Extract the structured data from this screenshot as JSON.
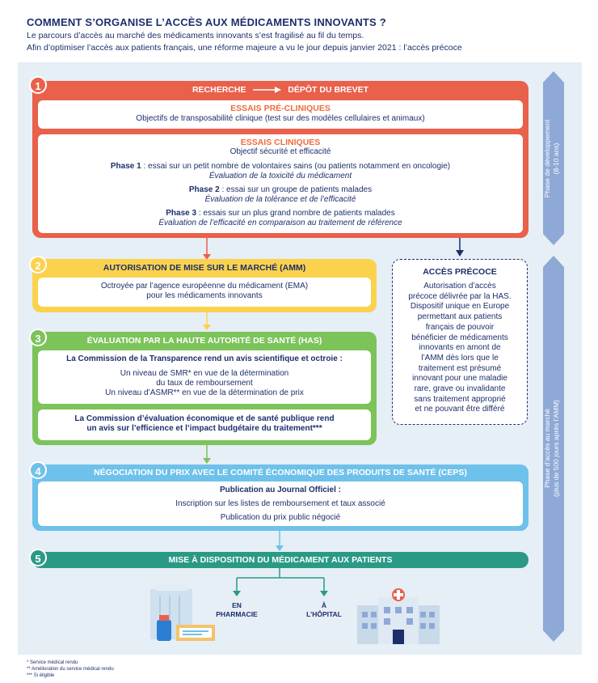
{
  "header": {
    "title": "COMMENT S’ORGANISE L’ACCÈS AUX MÉDICAMENTS INNOVANTS ?",
    "line1": "Le parcours d’accès au marché des médicaments innovants s’est fragilisé au fil du temps.",
    "line2": "Afin d’optimiser l’accès aux patients français, une réforme majeure a vu le jour depuis janvier 2021 : l’accès précoce"
  },
  "stage1": {
    "num": "1",
    "head_left": "RECHERCHE",
    "head_right": "DÉPÔT DU BREVET",
    "preclin_title": "ESSAIS PRÉ-CLINIQUES",
    "preclin_text": "Objectifs de transposabilité clinique (test sur des modèles cellulaires et animaux)",
    "clin_title": "ESSAIS CLINIQUES",
    "clin_sub": "Objectif sécurité et efficacité",
    "p1_label": "Phase 1",
    "p1_text": " : essai sur un petit nombre de volontaires sains (ou patients notamment en oncologie)",
    "p1_eval": "Évaluation de la toxicité du médicament",
    "p2_label": "Phase 2",
    "p2_text": " : essai sur un groupe de patients malades",
    "p2_eval": "Évaluation de la tolérance et de l’efficacité",
    "p3_label": "Phase 3",
    "p3_text": " : essais sur un plus grand nombre de patients malades",
    "p3_eval": "Évaluation de l’efficacité en comparaison au traitement de référence"
  },
  "stage2": {
    "num": "2",
    "head": "AUTORISATION DE MISE SUR LE MARCHÉ (AMM)",
    "line1": "Octroyée par l’agence européenne du médicament (EMA)",
    "line2": "pour les médicaments innovants"
  },
  "early": {
    "title": "ACCÈS PRÉCOCE",
    "lines": [
      "Autorisation d’accès",
      "précoce délivrée par la HAS.",
      "Dispositif unique en Europe",
      "permettant aux patients",
      "français de pouvoir",
      "bénéficier de médicaments",
      "innovants en amont de",
      "l’AMM dès lors que le",
      "traitement est présumé",
      "innovant pour une maladie",
      "rare, grave ou invalidante",
      "sans traitement approprié",
      "et ne pouvant être différé"
    ]
  },
  "stage3": {
    "num": "3",
    "head": "ÉVALUATION PAR LA HAUTE AUTORITÉ DE SANTÉ (HAS)",
    "ct_title": "La Commission de la Transparence rend un avis scientifique et octroie :",
    "ct_l1": "Un niveau de SMR* en vue de la détermination",
    "ct_l2": "du taux de remboursement",
    "ct_l3": "Un niveau d’ASMR** en vue de la détermination de prix",
    "ceesp_l1": "La Commission d’évaluation économique et de santé publique rend",
    "ceesp_l2": "un avis sur l’efficience et l’impact budgétaire du traitement***"
  },
  "stage4": {
    "num": "4",
    "head": "NÉGOCIATION DU PRIX AVEC LE COMITÉ ÉCONOMIQUE DES PRODUITS DE SANTÉ (CEPS)",
    "title": "Publication au Journal Officiel :",
    "l1": "Inscription sur les listes de remboursement et taux associé",
    "l2": "Publication du prix public négocié"
  },
  "stage5": {
    "num": "5",
    "head": "MISE À DISPOSITION DU MÉDICAMENT AUX PATIENTS",
    "pharm_l1": "EN",
    "pharm_l2": "PHARMACIE",
    "hop_l1": "À",
    "hop_l2": "L’HÔPITAL"
  },
  "side": {
    "dev_l1": "Phase de développement",
    "dev_l2": "(8-10 ans)",
    "mkt_l1": "Phase d’accès au marché",
    "mkt_l2": "(plus de 500 jours après l’AMM)"
  },
  "footnotes": {
    "f1": "* Service médical rendu",
    "f2": "** Amélioration du service médical rendu",
    "f3": "*** Si éligible"
  },
  "colors": {
    "navy": "#1d2f6b",
    "red": "#e9604b",
    "orange": "#ef6c3a",
    "yellow": "#fbd24d",
    "green": "#7cc35a",
    "blue": "#6ec1ea",
    "teal": "#2a9a85",
    "side": "#8fa9d6"
  }
}
